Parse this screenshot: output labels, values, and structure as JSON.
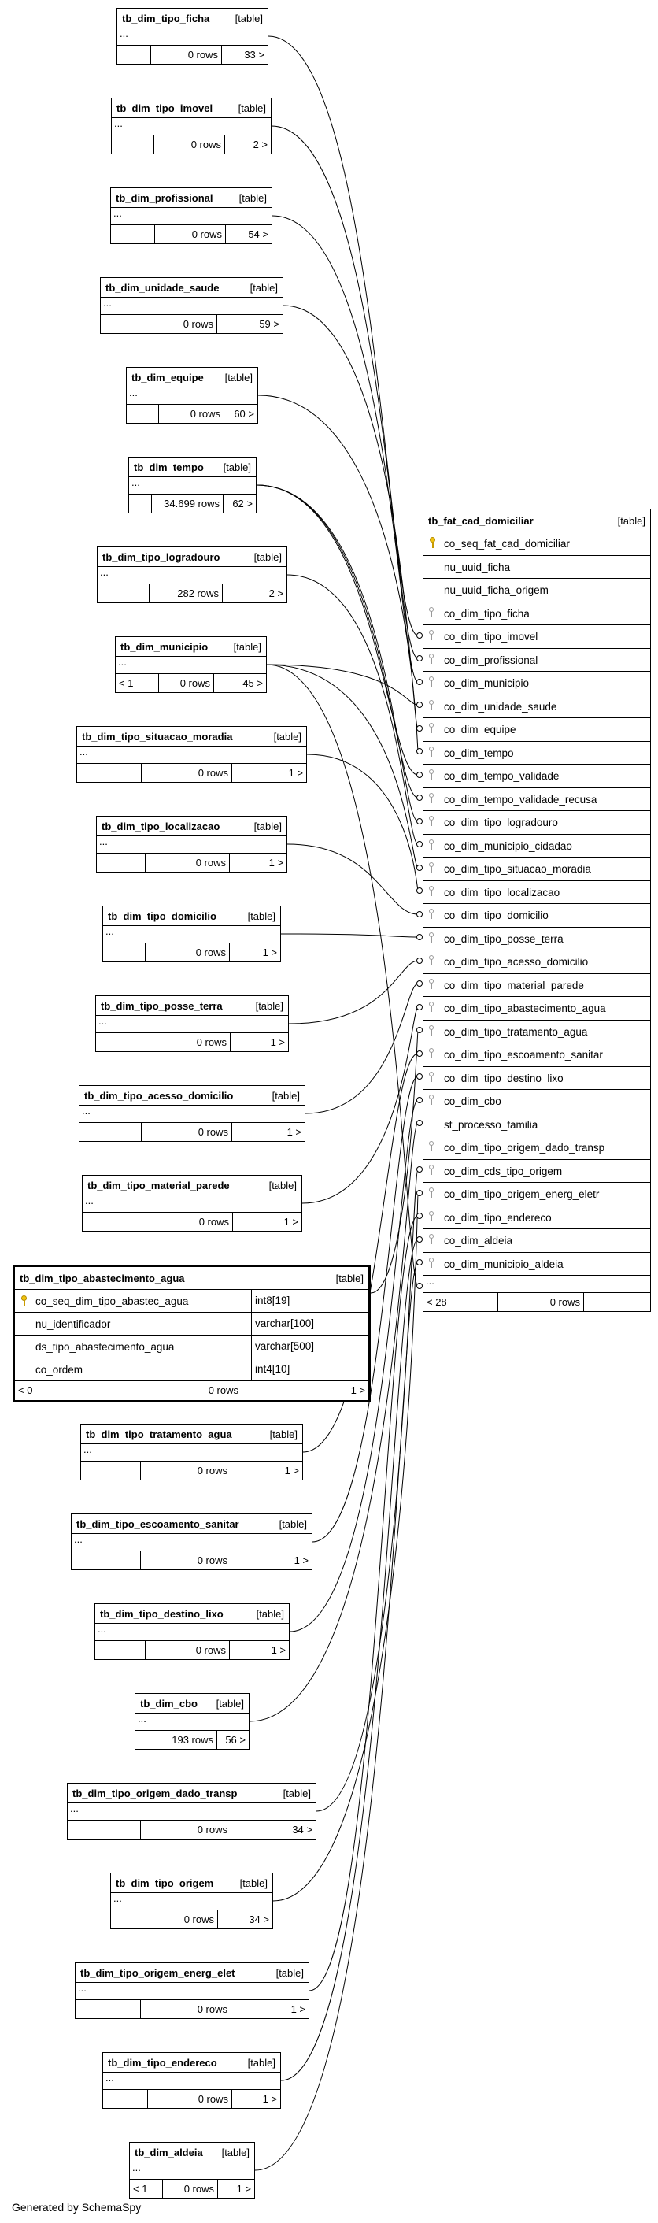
{
  "footer": {
    "credit": "Generated by SchemaSpy"
  },
  "tables": [
    {
      "name": "tb_dim_tipo_ficha",
      "tag": "[table]",
      "ellipsis": "...",
      "foot": [
        "",
        "0 rows",
        "33 >"
      ]
    },
    {
      "name": "tb_dim_tipo_imovel",
      "tag": "[table]",
      "ellipsis": "...",
      "foot": [
        "",
        "0 rows",
        "2 >"
      ]
    },
    {
      "name": "tb_dim_profissional",
      "tag": "[table]",
      "ellipsis": "...",
      "foot": [
        "",
        "0 rows",
        "54 >"
      ]
    },
    {
      "name": "tb_dim_unidade_saude",
      "tag": "[table]",
      "ellipsis": "...",
      "foot": [
        "",
        "0 rows",
        "59 >"
      ]
    },
    {
      "name": "tb_dim_equipe",
      "tag": "[table]",
      "ellipsis": "...",
      "foot": [
        "",
        "0 rows",
        "60 >"
      ]
    },
    {
      "name": "tb_dim_tempo",
      "tag": "[table]",
      "ellipsis": "...",
      "foot": [
        "",
        "34.699 rows",
        "62 >"
      ]
    },
    {
      "name": "tb_dim_tipo_logradouro",
      "tag": "[table]",
      "ellipsis": "...",
      "foot": [
        "",
        "282 rows",
        "2 >"
      ]
    },
    {
      "name": "tb_dim_municipio",
      "tag": "[table]",
      "ellipsis": "...",
      "foot": [
        "< 1",
        "0 rows",
        "45 >"
      ]
    },
    {
      "name": "tb_dim_tipo_situacao_moradia",
      "tag": "[table]",
      "ellipsis": "...",
      "foot": [
        "",
        "0 rows",
        "1 >"
      ]
    },
    {
      "name": "tb_dim_tipo_localizacao",
      "tag": "[table]",
      "ellipsis": "...",
      "foot": [
        "",
        "0 rows",
        "1 >"
      ]
    },
    {
      "name": "tb_dim_tipo_domicilio",
      "tag": "[table]",
      "ellipsis": "...",
      "foot": [
        "",
        "0 rows",
        "1 >"
      ]
    },
    {
      "name": "tb_dim_tipo_posse_terra",
      "tag": "[table]",
      "ellipsis": "...",
      "foot": [
        "",
        "0 rows",
        "1 >"
      ]
    },
    {
      "name": "tb_dim_tipo_acesso_domicilio",
      "tag": "[table]",
      "ellipsis": "...",
      "foot": [
        "",
        "0 rows",
        "1 >"
      ]
    },
    {
      "name": "tb_dim_tipo_material_parede",
      "tag": "[table]",
      "ellipsis": "...",
      "foot": [
        "",
        "0 rows",
        "1 >"
      ]
    },
    {
      "name": "tb_dim_tipo_tratamento_agua",
      "tag": "[table]",
      "ellipsis": "...",
      "foot": [
        "",
        "0 rows",
        "1 >"
      ]
    },
    {
      "name": "tb_dim_tipo_escoamento_sanitar",
      "tag": "[table]",
      "ellipsis": "...",
      "foot": [
        "",
        "0 rows",
        "1 >"
      ]
    },
    {
      "name": "tb_dim_tipo_destino_lixo",
      "tag": "[table]",
      "ellipsis": "...",
      "foot": [
        "",
        "0 rows",
        "1 >"
      ]
    },
    {
      "name": "tb_dim_cbo",
      "tag": "[table]",
      "ellipsis": "...",
      "foot": [
        "",
        "193 rows",
        "56 >"
      ]
    },
    {
      "name": "tb_dim_tipo_origem_dado_transp",
      "tag": "[table]",
      "ellipsis": "...",
      "foot": [
        "",
        "0 rows",
        "34 >"
      ]
    },
    {
      "name": "tb_dim_tipo_origem",
      "tag": "[table]",
      "ellipsis": "...",
      "foot": [
        "",
        "0 rows",
        "34 >"
      ]
    },
    {
      "name": "tb_dim_tipo_origem_energ_elet",
      "tag": "[table]",
      "ellipsis": "...",
      "foot": [
        "",
        "0 rows",
        "1 >"
      ]
    },
    {
      "name": "tb_dim_tipo_endereco",
      "tag": "[table]",
      "ellipsis": "...",
      "foot": [
        "",
        "0 rows",
        "1 >"
      ]
    },
    {
      "name": "tb_dim_aldeia",
      "tag": "[table]",
      "ellipsis": "...",
      "foot": [
        "< 1",
        "0 rows",
        "1 >"
      ]
    }
  ],
  "focus_table": {
    "name": "tb_dim_tipo_abastecimento_agua",
    "tag": "[table]",
    "columns": [
      {
        "name": "co_seq_dim_tipo_abastec_agua",
        "type": "int8[19]",
        "key": "pk"
      },
      {
        "name": "nu_identificador",
        "type": "varchar[100]",
        "key": ""
      },
      {
        "name": "ds_tipo_abastecimento_agua",
        "type": "varchar[500]",
        "key": ""
      },
      {
        "name": "co_ordem",
        "type": "int4[10]",
        "key": ""
      }
    ],
    "foot": [
      "< 0",
      "0 rows",
      "1 >"
    ]
  },
  "fact_table": {
    "name": "tb_fat_cad_domiciliar",
    "tag": "[table]",
    "columns": [
      {
        "name": "co_seq_fat_cad_domiciliar",
        "key": "pk"
      },
      {
        "name": "nu_uuid_ficha",
        "key": ""
      },
      {
        "name": "nu_uuid_ficha_origem",
        "key": ""
      },
      {
        "name": "co_dim_tipo_ficha",
        "key": "fk"
      },
      {
        "name": "co_dim_tipo_imovel",
        "key": "fk"
      },
      {
        "name": "co_dim_profissional",
        "key": "fk"
      },
      {
        "name": "co_dim_municipio",
        "key": "fk"
      },
      {
        "name": "co_dim_unidade_saude",
        "key": "fk"
      },
      {
        "name": "co_dim_equipe",
        "key": "fk"
      },
      {
        "name": "co_dim_tempo",
        "key": "fk"
      },
      {
        "name": "co_dim_tempo_validade",
        "key": "fk"
      },
      {
        "name": "co_dim_tempo_validade_recusa",
        "key": "fk"
      },
      {
        "name": "co_dim_tipo_logradouro",
        "key": "fk"
      },
      {
        "name": "co_dim_municipio_cidadao",
        "key": "fk"
      },
      {
        "name": "co_dim_tipo_situacao_moradia",
        "key": "fk"
      },
      {
        "name": "co_dim_tipo_localizacao",
        "key": "fk"
      },
      {
        "name": "co_dim_tipo_domicilio",
        "key": "fk"
      },
      {
        "name": "co_dim_tipo_posse_terra",
        "key": "fk"
      },
      {
        "name": "co_dim_tipo_acesso_domicilio",
        "key": "fk"
      },
      {
        "name": "co_dim_tipo_material_parede",
        "key": "fk"
      },
      {
        "name": "co_dim_tipo_abastecimento_agua",
        "key": "fk"
      },
      {
        "name": "co_dim_tipo_tratamento_agua",
        "key": "fk"
      },
      {
        "name": "co_dim_tipo_escoamento_sanitar",
        "key": "fk"
      },
      {
        "name": "co_dim_tipo_destino_lixo",
        "key": "fk"
      },
      {
        "name": "co_dim_cbo",
        "key": "fk"
      },
      {
        "name": "st_processo_familia",
        "key": ""
      },
      {
        "name": "co_dim_tipo_origem_dado_transp",
        "key": "fk"
      },
      {
        "name": "co_dim_cds_tipo_origem",
        "key": "fk"
      },
      {
        "name": "co_dim_tipo_origem_energ_eletr",
        "key": "fk"
      },
      {
        "name": "co_dim_tipo_endereco",
        "key": "fk"
      },
      {
        "name": "co_dim_aldeia",
        "key": "fk"
      },
      {
        "name": "co_dim_municipio_aldeia",
        "key": "fk"
      }
    ],
    "ellipsis": "...",
    "foot": [
      "< 28",
      "0 rows",
      ""
    ]
  }
}
